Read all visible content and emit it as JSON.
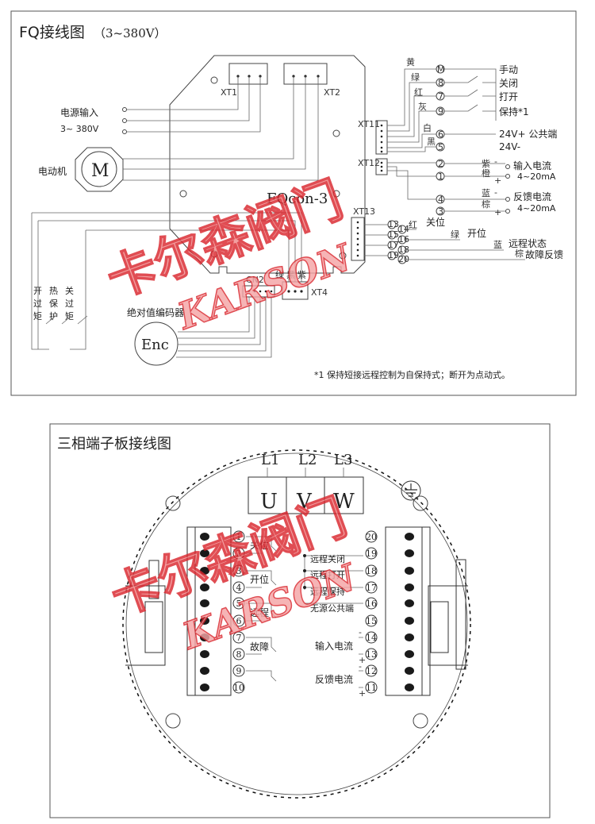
{
  "top": {
    "title": "FQ接线图",
    "voltage": "（3~380V）",
    "xt1": "XT1",
    "xt2": "XT2",
    "xt11": "XT11",
    "xt12": "XT12",
    "xt13": "XT13",
    "cn2": "CN2",
    "xt4": "XT4",
    "board": "FQcon-3",
    "power_label": "电源输入",
    "power_volt": "3~ 380V",
    "motor_label": "电动机",
    "motor_symbol": "M",
    "enc_label": "绝对值编码器",
    "enc_symbol": "Enc",
    "protect_1": [
      "开",
      "过",
      "矩"
    ],
    "protect_2": [
      "热",
      "保",
      "护"
    ],
    "protect_3": [
      "关",
      "过",
      "矩"
    ],
    "xt4_colors": [
      "绿",
      "黑",
      "紫"
    ],
    "sw_colors": [
      "黄",
      "绿",
      "红",
      "灰",
      "白",
      "黑"
    ],
    "sw_nums": [
      "M",
      "8",
      "7",
      "9",
      "6",
      "5"
    ],
    "sw_labels": [
      "手动",
      "关闭",
      "打开",
      "保持*1",
      "24V+ 公共端",
      "24V-"
    ],
    "in_colors": [
      "紫",
      "橙"
    ],
    "in_nums": [
      "2",
      "1"
    ],
    "in_signs": [
      "-",
      "+"
    ],
    "in_labels": [
      "输入电流",
      "4~20mA"
    ],
    "fb_colors": [
      "蓝",
      "棕"
    ],
    "fb_nums": [
      "4",
      "3"
    ],
    "fb_signs": [
      "-",
      "+"
    ],
    "fb_labels": [
      "反馈电流",
      "4~20mA"
    ],
    "st_nums": [
      "13",
      "14",
      "15",
      "16",
      "17",
      "18",
      "19",
      "20"
    ],
    "st_colors": [
      "红",
      "绿",
      "蓝",
      "棕"
    ],
    "st_labels": [
      "关位",
      "开位",
      "远程状态",
      "故障反馈"
    ],
    "note": "*1 保持短接远程控制为自保持式；断开为点动式。"
  },
  "bottom": {
    "title": "三相端子板接线图",
    "phase_labels": [
      "L1",
      "L2",
      "L3"
    ],
    "phase_terms": [
      "U",
      "V",
      "W"
    ],
    "left_nums": [
      "1",
      "2",
      "3",
      "4",
      "5",
      "6",
      "7",
      "8",
      "9",
      "10"
    ],
    "left_labels": [
      "关位",
      "开位",
      "远程",
      "故障"
    ],
    "right_nums": [
      "20",
      "19",
      "18",
      "17",
      "16",
      "15",
      "14",
      "13",
      "12",
      "11"
    ],
    "right_labels": [
      "远程关闭",
      "远程打开",
      "远程保持",
      "无源公共端",
      "输入电流",
      "反馈电流"
    ],
    "right_signs": [
      "-",
      "+",
      "-",
      "+"
    ]
  },
  "watermark": {
    "cn": "卡尔森阀门",
    "en": "KARSON"
  },
  "colors": {
    "line": "#444444",
    "watermark": "#e8383d",
    "terminal": "#1a1a1a"
  }
}
